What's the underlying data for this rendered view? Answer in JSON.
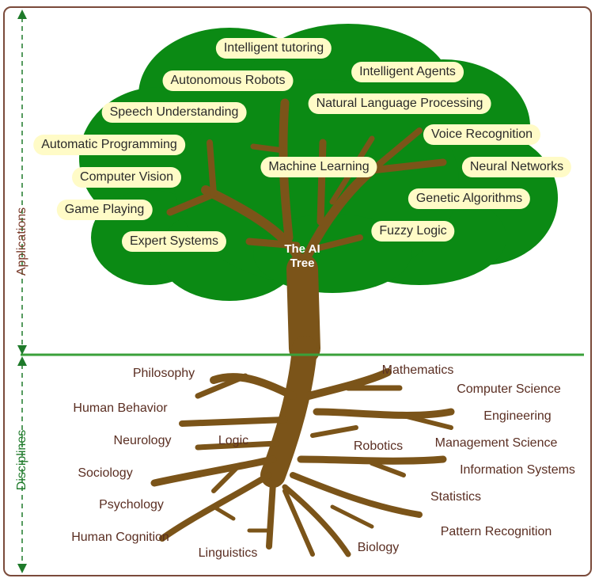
{
  "title_line1": "The AI",
  "title_line2": "Tree",
  "side_labels": {
    "applications": "Applications",
    "disciplines": "Disciplines"
  },
  "applications": [
    "Intelligent tutoring",
    "Intelligent Agents",
    "Autonomous Robots",
    "Natural Language Processing",
    "Speech Understanding",
    "Voice Recognition",
    "Automatic Programming",
    "Neural Networks",
    "Machine Learning",
    "Computer Vision",
    "Genetic Algorithms",
    "Game Playing",
    "Fuzzy Logic",
    "Expert Systems"
  ],
  "disciplines": [
    "Philosophy",
    "Mathematics",
    "Computer Science",
    "Human Behavior",
    "Engineering",
    "Neurology",
    "Logic",
    "Robotics",
    "Management Science",
    "Sociology",
    "Information Systems",
    "Psychology",
    "Statistics",
    "Human Cognition",
    "Pattern Recognition",
    "Linguistics",
    "Biology"
  ],
  "colors": {
    "canopy": "#0b8a14",
    "trunk": "#7b5419",
    "pill_fill": "#fffbc7",
    "ground_line": "#3aa03a",
    "applications_label": "#7a3a2a",
    "disciplines_label": "#1e7a2a",
    "discipline_text": "#5a2e22"
  }
}
